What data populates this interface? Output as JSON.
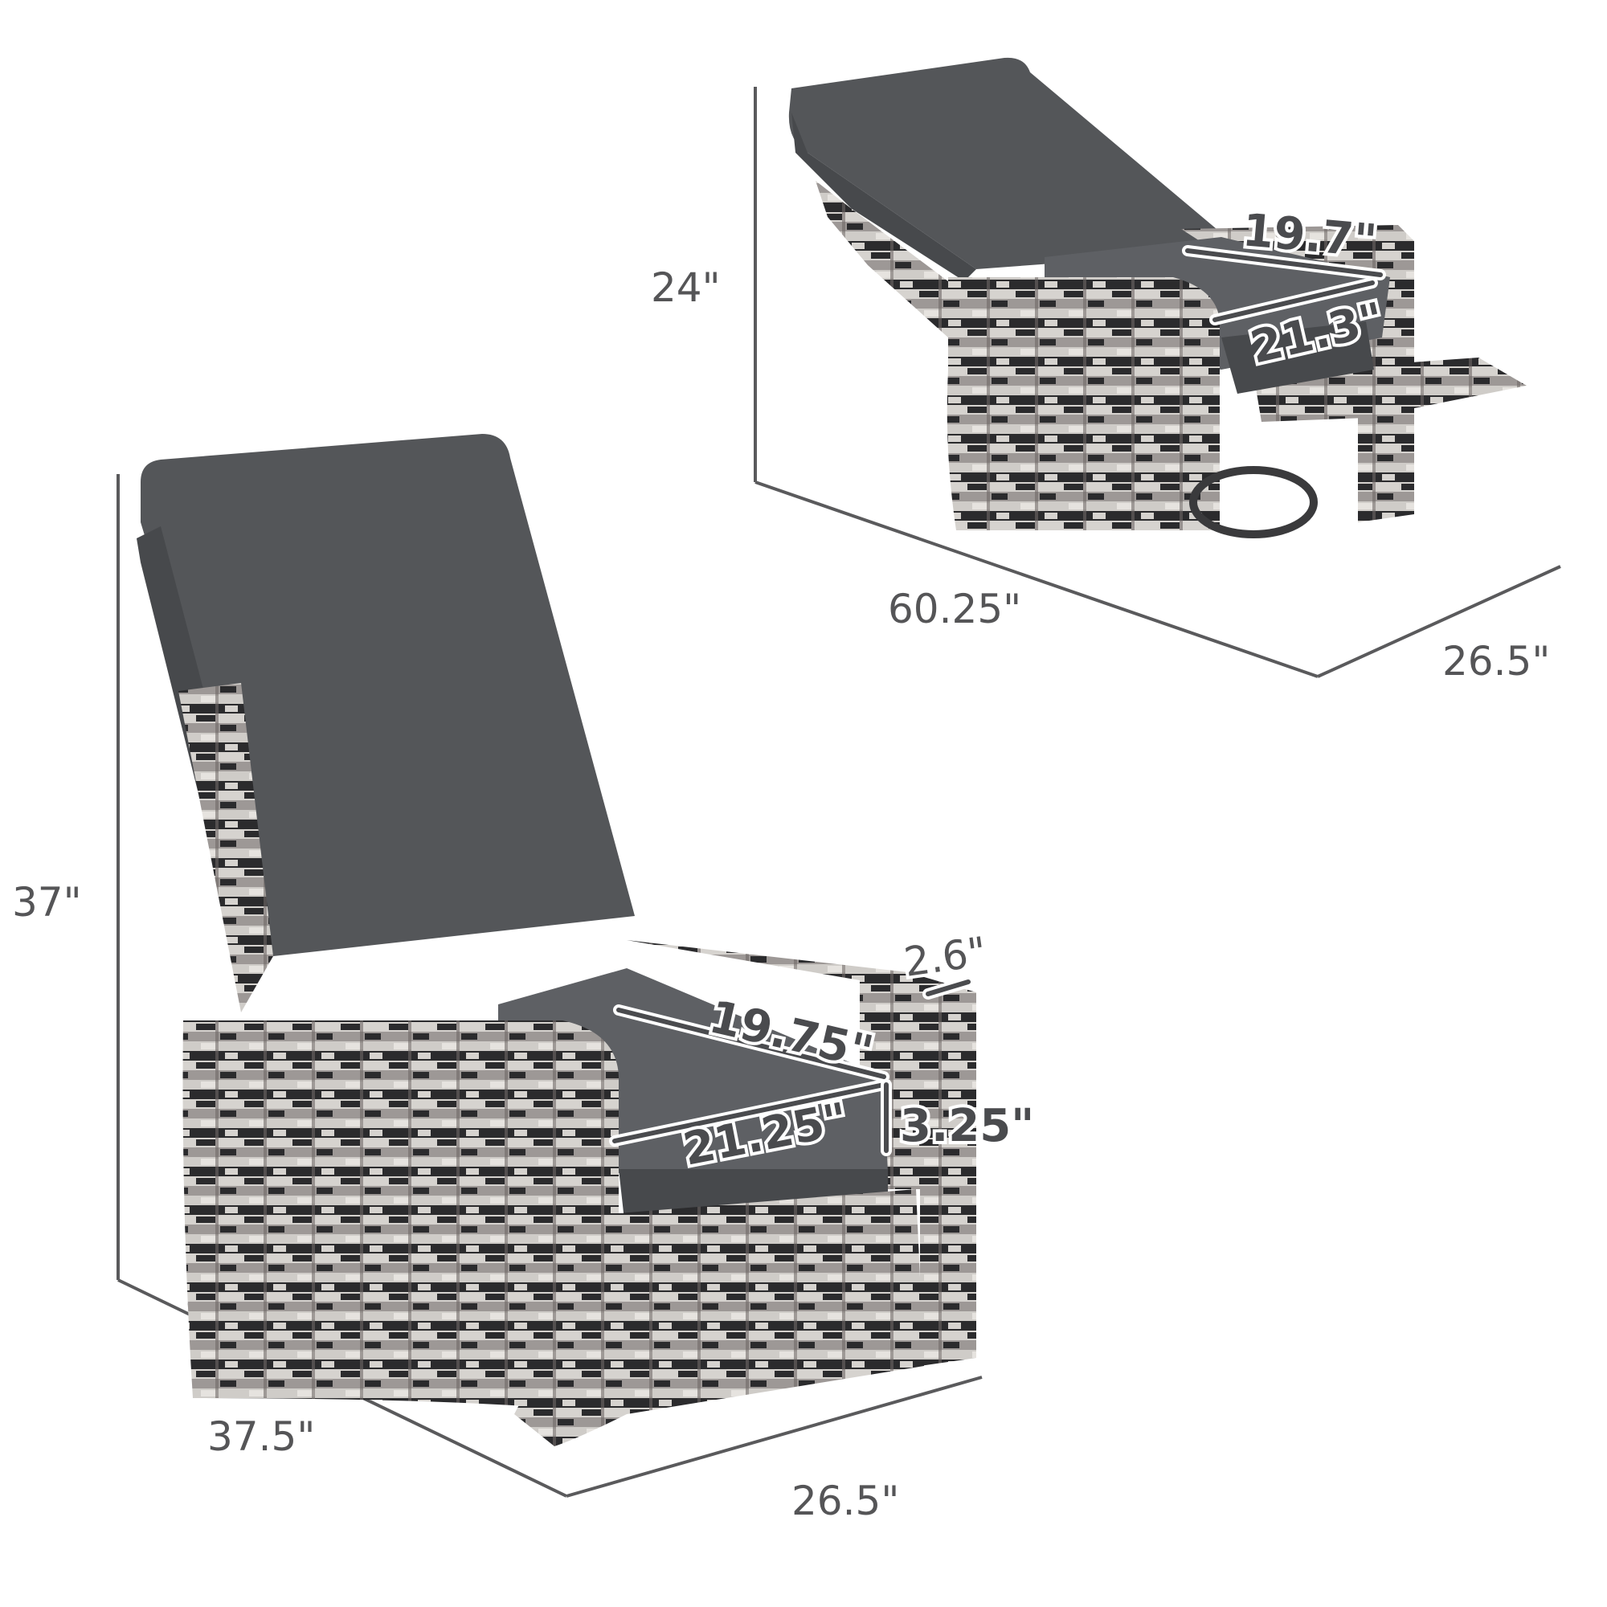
{
  "diagram": {
    "subject": "Wicker swivel recliner chair with grey cushions",
    "views": [
      {
        "name": "reclined-view",
        "dimensions": {
          "height": "24\"",
          "length": "60.25\"",
          "width": "26.5\"",
          "seat_depth": "19.7\"",
          "seat_width": "21.3\""
        }
      },
      {
        "name": "upright-view",
        "dimensions": {
          "height": "37\"",
          "depth": "37.5\"",
          "width": "26.5\"",
          "seat_depth": "19.75\"",
          "seat_width": "21.25\"",
          "armrest_width": "2.6\"",
          "cushion_thickness": "3.25\""
        }
      }
    ],
    "colors": {
      "cushion": "#545659",
      "wicker_light": "#c9c6c3",
      "wicker_dark": "#2b2b2d",
      "wicker_mid": "#8a8583",
      "dimension_line": "#5a5a5c",
      "label_text": "#555557"
    }
  }
}
